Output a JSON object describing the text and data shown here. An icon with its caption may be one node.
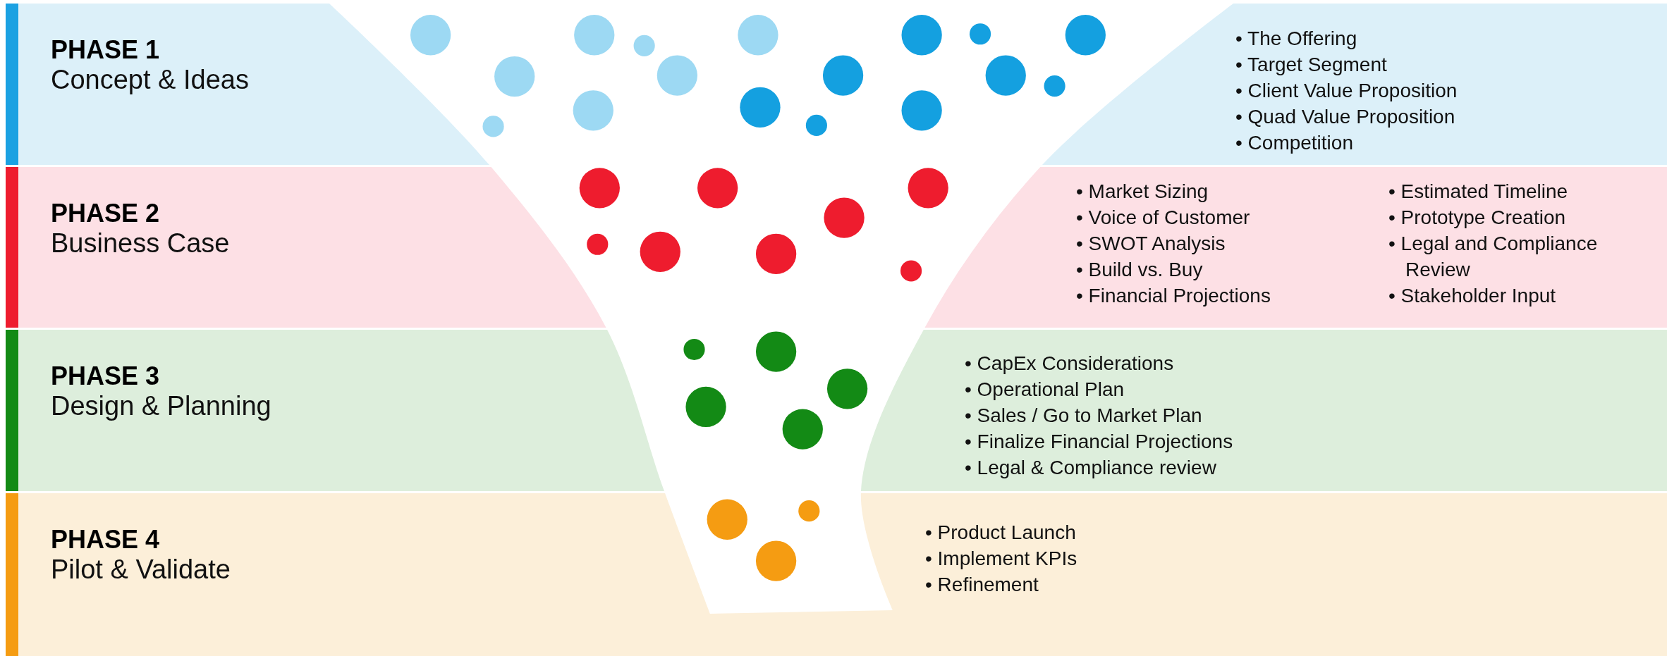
{
  "diagram": {
    "nodes": [
      {
        "text": [
          "PHASE 1",
          "Concept & Ideas",
          "• The Offering",
          "• Target Segment",
          "• Client Value Proposition",
          "• Quad Value Proposition",
          "• Competition"
        ]
      },
      {
        "text": [
          "PHASE 2",
          "Business Case",
          "• Market Sizing",
          "• Voice of Customer",
          "• SWOT Analysis",
          "• Build vs. Buy",
          "• Financial Projections",
          "• Estimated Timeline",
          "• Prototype Creation",
          "• Legal and Compliance Review",
          "• Stakeholder Input"
        ]
      },
      {
        "text": [
          "PHASE 3",
          "Design & Planning",
          "• CapEx Considerations",
          "• Operational Plan",
          "• Sales / Go to Market Plan",
          "• Finalize Financial Projections",
          "• Legal & Compliance review"
        ]
      },
      {
        "text": [
          "PHASE 4",
          "Pilot & Validate",
          "• Product Launch",
          "• Implement KPIs",
          "• Refinement"
        ]
      }
    ],
    "edges": []
  }
}
